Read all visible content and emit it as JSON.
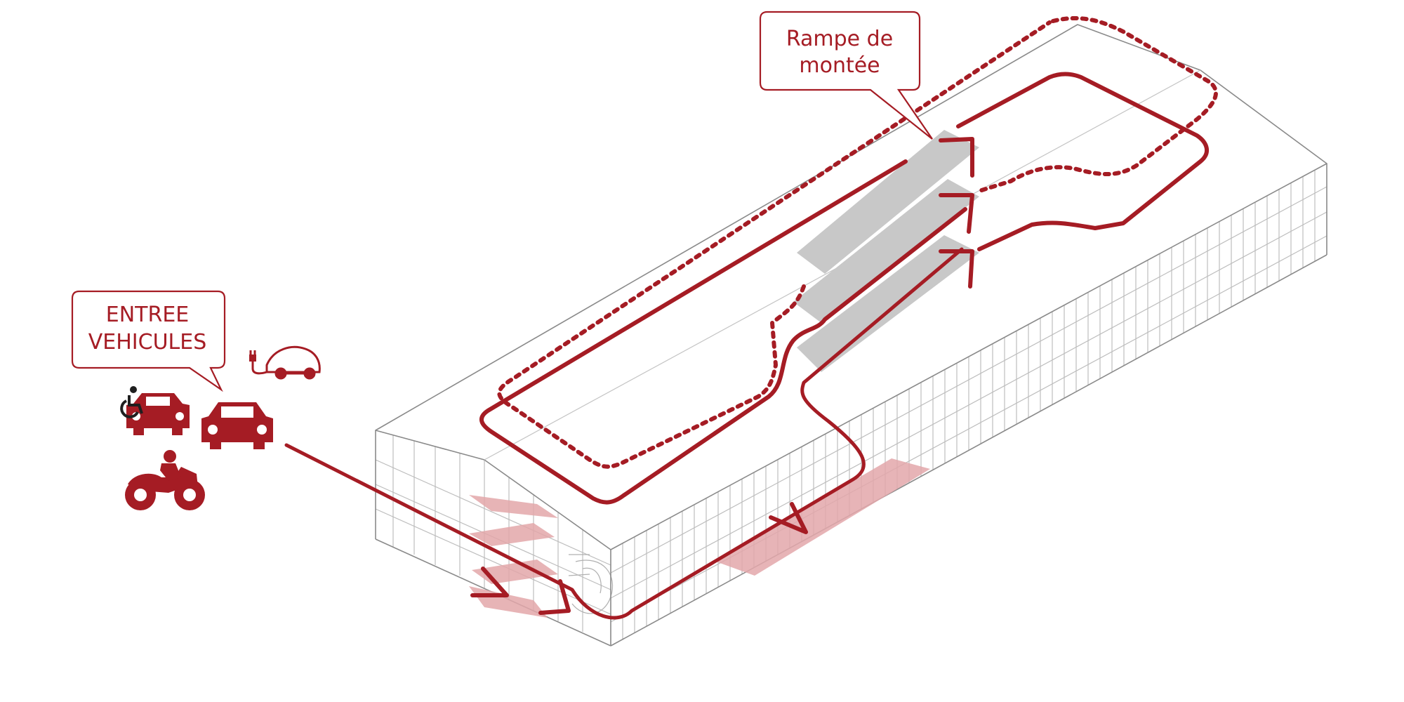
{
  "colors": {
    "accent": "#a51c24",
    "building_line": "#8a8a8a",
    "glazing_line": "#b9b9b9",
    "ramp_fill": "#c8c8c8",
    "zone_fill": "#e3a7aa",
    "icon_dark": "#1f1f1f"
  },
  "callouts": {
    "ramp": {
      "line1": "Rampe de",
      "line2": "montée"
    },
    "entry": {
      "line1": "ENTREE",
      "line2": "VEHICULES"
    }
  },
  "icons": [
    "accessible-car-icon",
    "car-icon",
    "electric-car-icon",
    "motorcycle-icon"
  ]
}
